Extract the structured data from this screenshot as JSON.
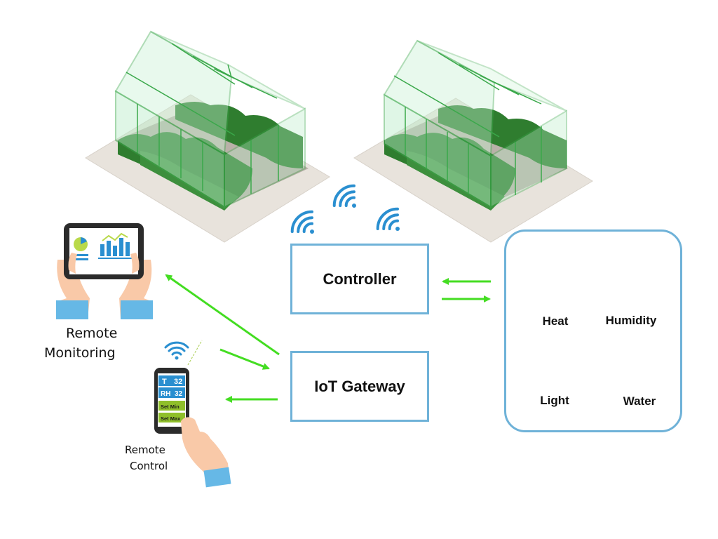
{
  "nodes": {
    "controller": "Controller",
    "gateway": "IoT Gateway"
  },
  "actuators": {
    "heat": "Heat",
    "humidity": "Humidity",
    "light": "Light",
    "water": "Water"
  },
  "remote_monitoring": {
    "line1": "Remote",
    "line2": "Monitoring"
  },
  "remote_control": {
    "line1": "Remote",
    "line2": "Control"
  },
  "phone_screen": {
    "temp_label": "T",
    "temp_value": "32",
    "rh_label": "RH",
    "rh_value": "32",
    "set_min": "Set Min",
    "set_max": "Set Max"
  },
  "colors": {
    "box_border": "#6fb2d8",
    "arrow": "#44dd22",
    "icon_blue": "#2a8fd0",
    "greenhouse_frame": "#3aa84a",
    "plants": "#2f7d2f"
  }
}
